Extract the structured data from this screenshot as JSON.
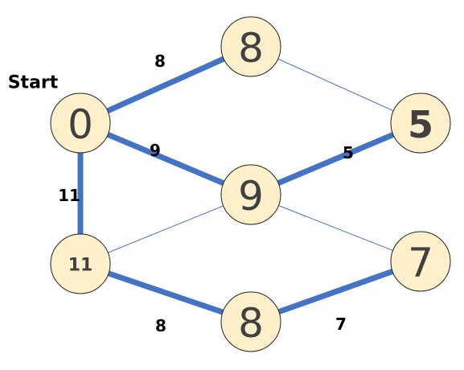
{
  "start_label": "Start",
  "colors": {
    "edge": "#4472C4",
    "node_fill": "#FFF0CC",
    "node_stroke": "#222222",
    "node_text": "#404040"
  },
  "nodes": [
    {
      "id": "n0",
      "label": "0"
    },
    {
      "id": "n8top",
      "label": "8"
    },
    {
      "id": "n5",
      "label": "5"
    },
    {
      "id": "n9",
      "label": "9"
    },
    {
      "id": "n11",
      "label": "11"
    },
    {
      "id": "n7",
      "label": "7"
    },
    {
      "id": "n8bot",
      "label": "8"
    }
  ],
  "edges": [
    {
      "from": "n0",
      "to": "n8top",
      "weight": "8",
      "highlighted": true
    },
    {
      "from": "n0",
      "to": "n9",
      "weight": "9",
      "highlighted": true
    },
    {
      "from": "n0",
      "to": "n11",
      "weight": "11",
      "highlighted": true
    },
    {
      "from": "n9",
      "to": "n5",
      "weight": "5",
      "highlighted": true
    },
    {
      "from": "n11",
      "to": "n8bot",
      "weight": "8",
      "highlighted": true
    },
    {
      "from": "n8bot",
      "to": "n7",
      "weight": "7",
      "highlighted": true
    },
    {
      "from": "n8top",
      "to": "n5",
      "weight": "",
      "highlighted": false
    },
    {
      "from": "n11",
      "to": "n9",
      "weight": "",
      "highlighted": false
    },
    {
      "from": "n9",
      "to": "n7",
      "weight": "",
      "highlighted": false
    }
  ]
}
